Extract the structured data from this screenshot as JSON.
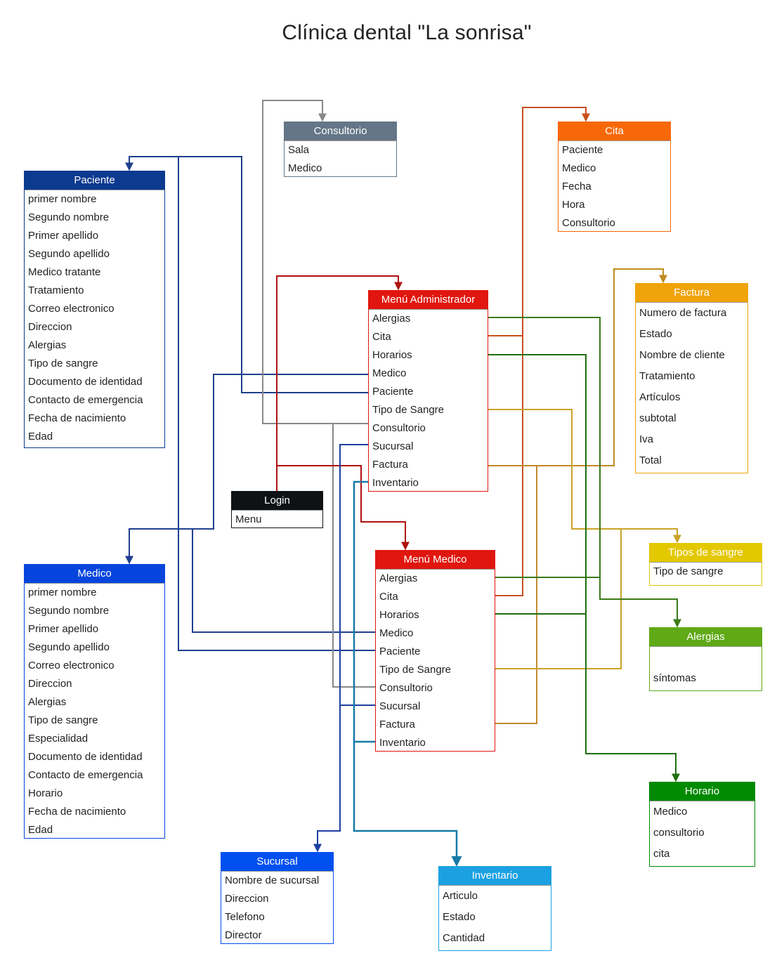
{
  "title": "Clínica dental \"La sonrisa\"",
  "colors": {
    "navy": "#0b3a8f",
    "blue": "#0645dd",
    "red": "#e0160f",
    "orange": "#f76808",
    "amber": "#f0a30a",
    "yellow": "#e3c800",
    "green": "#60a917",
    "dark_green": "#008a00",
    "slate": "#647687",
    "black": "#0f1214",
    "sky": "#1ba1e2",
    "royal": "#0050ef"
  },
  "tables": {
    "consultorio": {
      "header": "Consultorio",
      "rows": [
        "Sala",
        "Medico"
      ]
    },
    "cita": {
      "header": "Cita",
      "rows": [
        "Paciente",
        "Medico",
        "Fecha",
        "Hora",
        "Consultorio"
      ]
    },
    "paciente": {
      "header": "Paciente",
      "rows": [
        "primer nombre",
        "Segundo nombre",
        "Primer apellido",
        "Segundo apellido",
        "Medico tratante",
        "Tratamiento",
        "Correo electronico",
        "Direccion",
        "Alergias",
        "Tipo de sangre",
        "Documento de identidad",
        "Contacto de emergencia",
        "Fecha de nacimiento",
        "Edad"
      ]
    },
    "menu_admin": {
      "header": "Menú Administrador",
      "rows": [
        "Alergias",
        "Cita",
        "Horarios",
        "Medico",
        "Paciente",
        "Tipo de Sangre",
        "Consultorio",
        "Sucursal",
        "Factura",
        "Inventario"
      ]
    },
    "factura": {
      "header": "Factura",
      "rows": [
        "Numero de factura",
        "Estado",
        "Nombre de cliente",
        "Tratamiento",
        "Artículos",
        "subtotal",
        "Iva",
        "Total"
      ]
    },
    "login": {
      "header": "Login",
      "rows": [
        "Menu"
      ]
    },
    "tipos_sangre": {
      "header": "Tipos de sangre",
      "rows": [
        "Tipo de sangre"
      ]
    },
    "menu_medico": {
      "header": "Menú Medico",
      "rows": [
        "Alergias",
        "Cita",
        "Horarios",
        "Medico",
        "Paciente",
        "Tipo de Sangre",
        "Consultorio",
        "Sucursal",
        "Factura",
        "Inventario"
      ]
    },
    "medico": {
      "header": "Medico",
      "rows": [
        "primer nombre",
        "Segundo nombre",
        "Primer apellido",
        "Segundo apellido",
        "Correo electronico",
        "Direccion",
        "Alergias",
        "Tipo de sangre",
        "Especialidad",
        "Documento de identidad",
        "Contacto de emergencia",
        "Horario",
        "Fecha de nacimiento",
        "Edad"
      ]
    },
    "alergias": {
      "header": "Alergias",
      "rows": [
        "",
        "síntomas"
      ]
    },
    "horario": {
      "header": "Horario",
      "rows": [
        "Medico",
        "consultorio",
        "cita"
      ]
    },
    "sucursal": {
      "header": "Sucursal",
      "rows": [
        "Nombre de sucursal",
        "Direccion",
        "Telefono",
        "Director"
      ]
    },
    "inventario": {
      "header": "Inventario",
      "rows": [
        "Articulo",
        "Estado",
        "Cantidad"
      ]
    }
  }
}
